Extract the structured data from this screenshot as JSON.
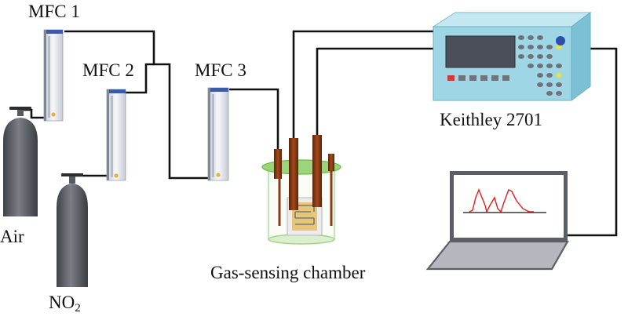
{
  "labels": {
    "mfc1": "MFC 1",
    "mfc2": "MFC 2",
    "mfc3": "MFC 3",
    "air": "Air",
    "no2_main": "NO",
    "no2_sub": "2",
    "keithley": "Keithley 2701",
    "chamber": "Gas-sensing chamber"
  },
  "colors": {
    "cylinder": "#5f6268",
    "mfc_body": "#e9ecf3",
    "mfc_cap": "#3c5aa8",
    "pipe": "#111111",
    "keithley_front": "#9ed6e6",
    "keithley_top": "#c4e8f2",
    "keithley_side": "#7cc0d6",
    "keithley_screen": "#4b4f57",
    "electrode": "#8a3b14",
    "chamber_lid": "#9bd57a",
    "sensor": "#e8c675",
    "laptop_frame": "#5c5f66",
    "response_curve": "#e21d1d"
  },
  "icons": {
    "cylinder": "gas-cylinder-icon",
    "mfc": "mass-flow-controller-icon",
    "meter": "multimeter-icon",
    "laptop": "laptop-icon"
  }
}
